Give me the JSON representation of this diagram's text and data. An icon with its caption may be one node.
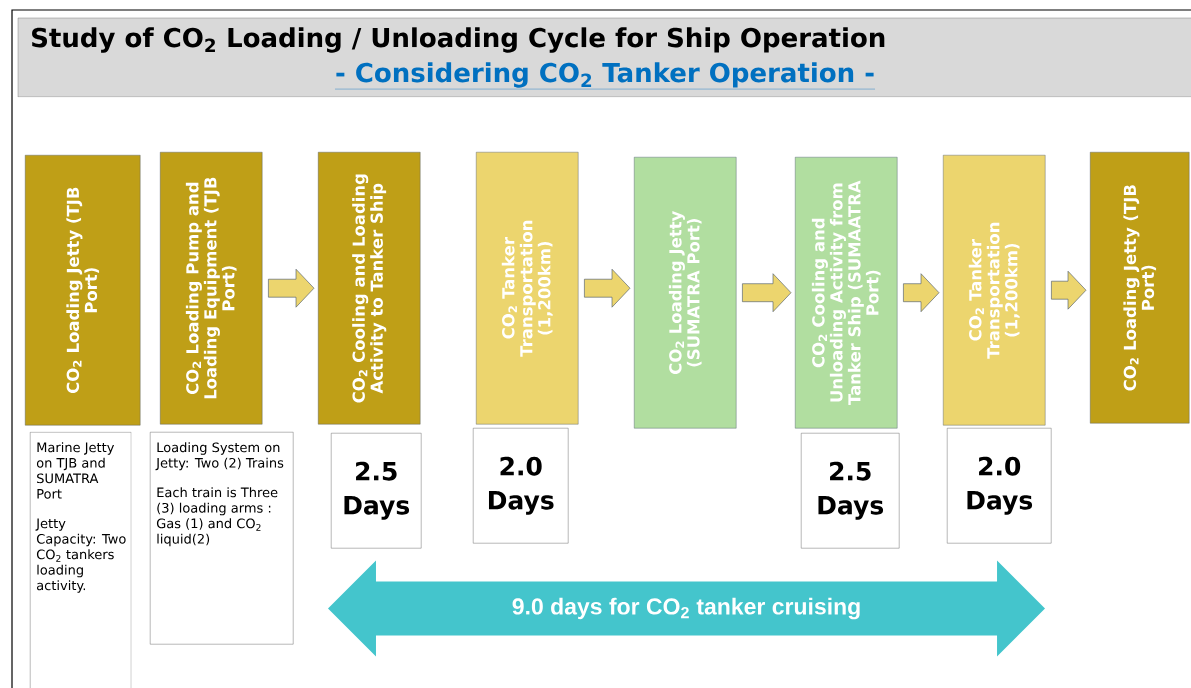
{
  "diagram": {
    "title": "Study of CO$_{2}$ Loading / Unloading Cycle for Ship Operation",
    "nodes": [
      {
        "text": [
          "CO$_{2}$ Loading Jetty (TJB Port)"
        ]
      },
      {
        "text": [
          "CO$_{2}$ Loading Pump and Loading Equipment (TJB Port)"
        ]
      },
      {
        "text": [
          "CO$_{2}$ Cooling and Loading Activity to Tanker Ship"
        ]
      },
      {
        "text": [
          "CO$_{2}$ Tanker Transportation (1,200km)"
        ]
      },
      {
        "text": [
          "CO$_{2}$ Loading Jetty (SUMATRA Port)"
        ]
      },
      {
        "text": [
          "CO$_{2}$ Cooling and Unloading Activity from Tanker Ship (SUMAATRA Port)"
        ]
      },
      {
        "text": [
          "CO$_{2}$ Tanker Transportation (1,200km)"
        ]
      },
      {
        "text": [
          "CO$_{2}$ Loading Jetty (TJB Port)"
        ]
      },
      {
        "text": [
          "Marine Jetty on TJB and SUMATRA Port",
          "Jetty Capacity: Two CO$_{2}$ tankers loading activity."
        ]
      },
      {
        "text": [
          "Loading System on Jetty: Two (2) Trains",
          "Each train is Three (3) loading arms : Gas (1) and CO$_{2}$ liquid(2)"
        ]
      },
      {
        "text": [
          "2.5 Days"
        ]
      },
      {
        "text": [
          "2.0 Days"
        ]
      },
      {
        "text": [
          "2.5 Days"
        ]
      },
      {
        "text": [
          "2.0 Days"
        ]
      },
      {
        "text": [
          "9.0 days for CO$_{2}$ tanker cruising"
        ]
      }
    ],
    "edges": [
      {
        "from": 1,
        "to": 2,
        "arrow": "to"
      },
      {
        "from": 3,
        "to": 4,
        "arrow": "to"
      },
      {
        "from": 4,
        "to": 5,
        "arrow": "to"
      },
      {
        "from": 5,
        "to": 6,
        "arrow": "to"
      },
      {
        "from": 6,
        "to": 7,
        "arrow": "to"
      }
    ],
    "labels": [
      "- Considering CO$_{2}$ Tanker Operation -"
    ]
  }
}
